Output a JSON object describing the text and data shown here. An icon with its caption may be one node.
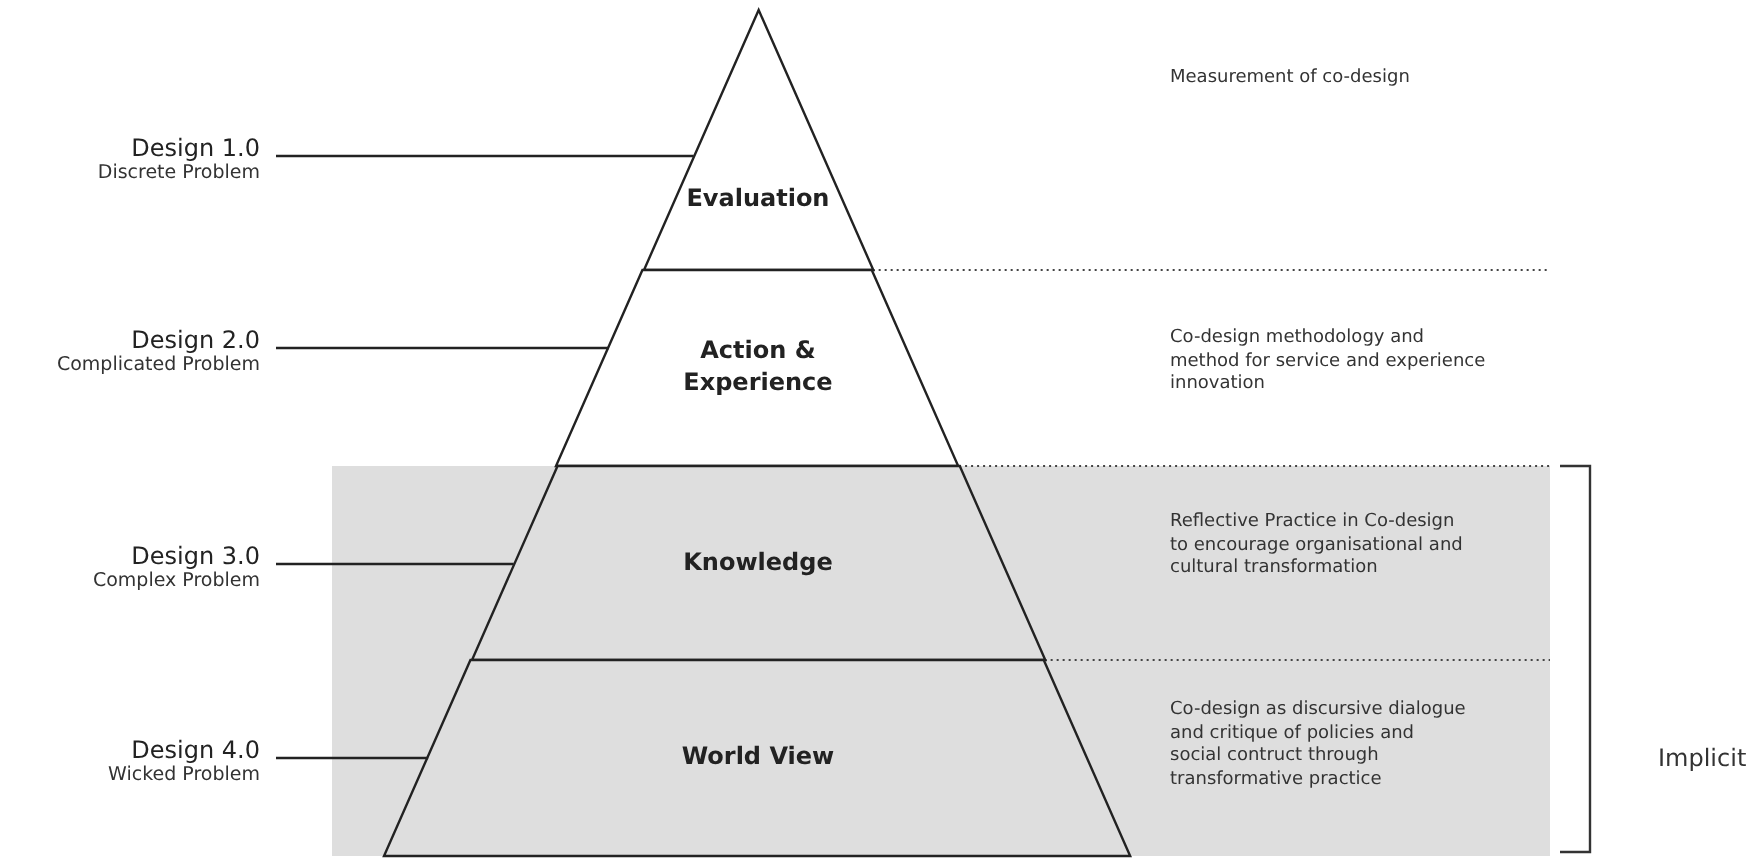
{
  "diagram": {
    "nodes": [
      {
        "text": [
          "Design 1.0",
          "Discrete Problem"
        ]
      },
      {
        "text": [
          "Design 2.0",
          "Complicated Problem"
        ]
      },
      {
        "text": [
          "Design 3.0",
          "Complex Problem"
        ]
      },
      {
        "text": [
          "Design 4.0",
          "Wicked Problem"
        ]
      },
      {
        "text": [
          "Evaluation"
        ]
      },
      {
        "text": [
          "Action & Experience"
        ]
      },
      {
        "text": [
          "Knowledge"
        ]
      },
      {
        "text": [
          "World View"
        ]
      }
    ],
    "edges": [
      {
        "from": 0,
        "to": 4,
        "arrow": "none"
      },
      {
        "from": 1,
        "to": 5,
        "arrow": "none"
      },
      {
        "from": 2,
        "to": 6,
        "arrow": "none"
      },
      {
        "from": 3,
        "to": 7,
        "arrow": "none"
      }
    ],
    "labels": [
      "Measurement of co-design",
      "Co-design methodology and method for service and experience innovation",
      "Reflective Practice in Co-design to encourage organisational and cultural transformation",
      "Co-design as discursive dialogue and critique of policies and social contruct through transformative practice",
      "Implicit"
    ]
  }
}
